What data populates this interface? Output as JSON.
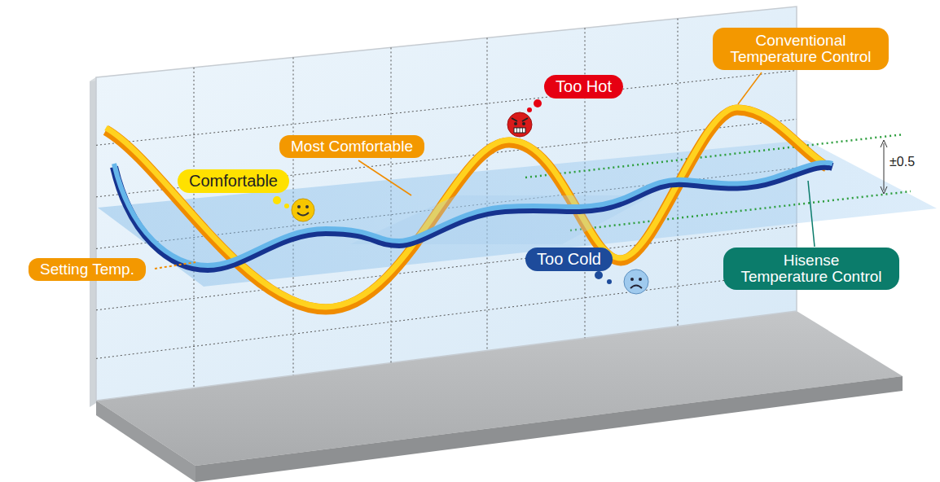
{
  "diagram": {
    "nodes": [
      {
        "text": [
          "Conventional Temperature Control"
        ]
      },
      {
        "text": [
          "Too Hot"
        ]
      },
      {
        "text": [
          "Most Comfortable"
        ]
      },
      {
        "text": [
          "Comfortable"
        ]
      },
      {
        "text": [
          "Too Cold"
        ]
      },
      {
        "text": [
          "Setting Temp."
        ]
      },
      {
        "text": [
          "Hisense Temperature Control"
        ]
      }
    ],
    "labels": [
      "±0.5"
    ]
  }
}
